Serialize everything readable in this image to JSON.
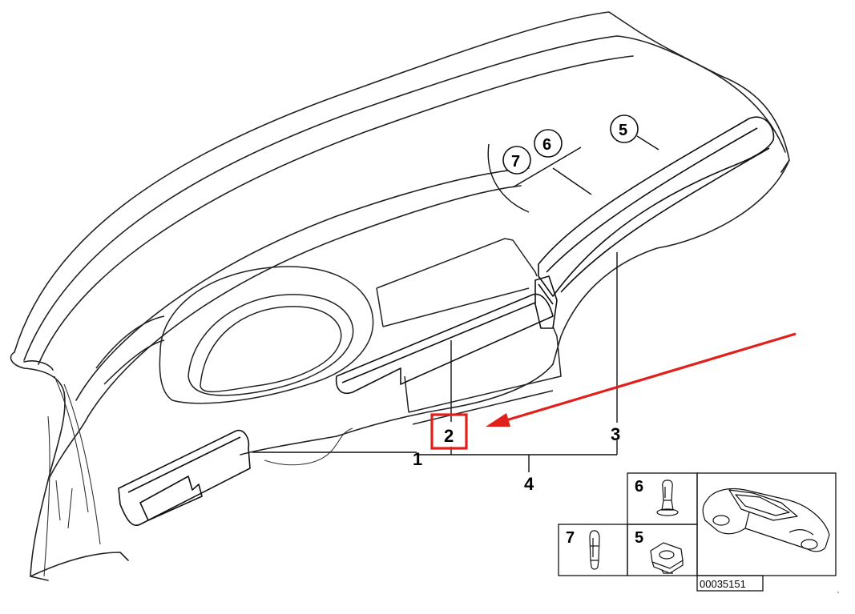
{
  "callouts": {
    "n1": "1",
    "n2": "2",
    "n3": "3",
    "n4": "4",
    "n5": "5",
    "n6": "6",
    "n7": "7"
  },
  "inset": {
    "cell_6": "6",
    "cell_7": "7",
    "cell_5": "5",
    "reference_number": "00035151"
  },
  "highlight": {
    "box_color": "#e0201b",
    "arrow_color": "#e0201b"
  }
}
